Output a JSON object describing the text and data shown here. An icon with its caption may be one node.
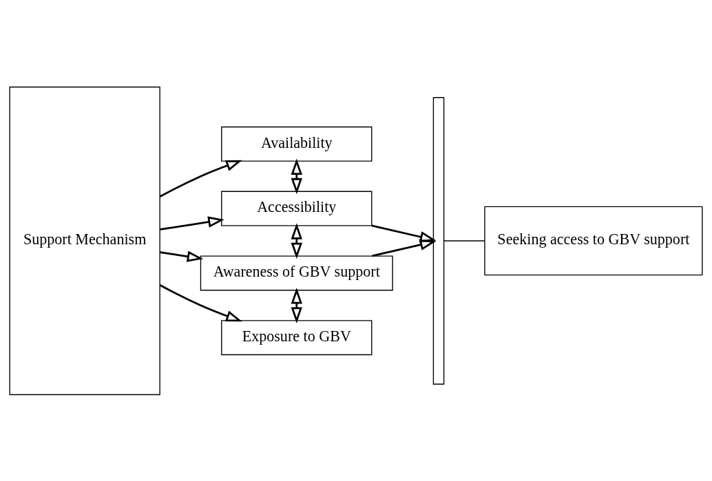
{
  "diagram": {
    "nodes": [
      {
        "text": [
          "Support Mechanism"
        ]
      },
      {
        "text": [
          "Availability"
        ]
      },
      {
        "text": [
          "Accessibility"
        ]
      },
      {
        "text": [
          "Awareness of GBV support"
        ]
      },
      {
        "text": [
          "Exposure to GBV"
        ]
      },
      {
        "text": [],
        "shape": "brace"
      },
      {
        "text": [
          "Seeking access to GBV support"
        ]
      }
    ],
    "edges": [
      {
        "from": 0,
        "to": 1,
        "arrow": "to"
      },
      {
        "from": 0,
        "to": 2,
        "arrow": "to"
      },
      {
        "from": 0,
        "to": 3,
        "arrow": "to"
      },
      {
        "from": 0,
        "to": 4,
        "arrow": "to"
      },
      {
        "from": 1,
        "to": 2,
        "arrow": "both"
      },
      {
        "from": 2,
        "to": 3,
        "arrow": "both"
      },
      {
        "from": 3,
        "to": 4,
        "arrow": "both"
      },
      {
        "from": 2,
        "to": 5,
        "arrow": "to"
      },
      {
        "from": 3,
        "to": 5,
        "arrow": "to"
      },
      {
        "from": 5,
        "to": 6,
        "arrow": "none"
      }
    ]
  }
}
